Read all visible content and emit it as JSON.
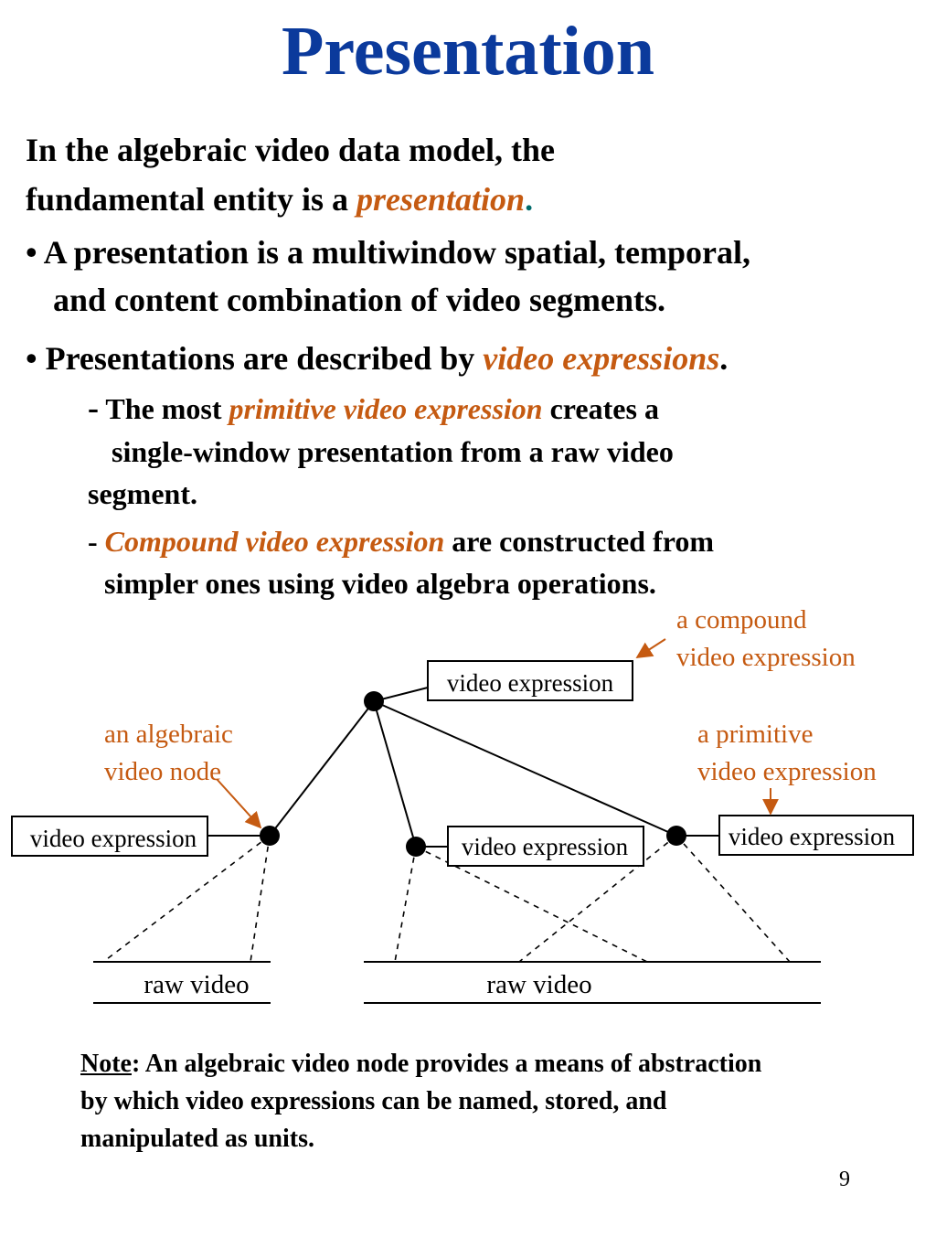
{
  "title": "Presentation",
  "intro": {
    "line1": "In the algebraic video data model, the",
    "line2_prefix": "fundamental entity is a ",
    "line2_em": "presentation",
    "line2_suffix": "."
  },
  "bullets": [
    {
      "marker": "•",
      "line1": "A presentation is a multiwindow spatial, temporal,",
      "line2": "and content combination of video segments."
    },
    {
      "marker": "•",
      "prefix": "Presentations are described by ",
      "em": "video expressions",
      "suffix": "."
    }
  ],
  "subbullets": [
    {
      "marker": "-",
      "prefix": "The most ",
      "em": "primitive video expression",
      "suffix": " creates a",
      "line2": "single-window presentation from a raw video",
      "line3": "segment."
    },
    {
      "marker": "- ",
      "em": "Compound video expression",
      "suffix": " are constructed from",
      "line2": "simpler ones using video algebra operations."
    }
  ],
  "diagram": {
    "box_label": "video expression",
    "raw_label": "raw video",
    "annotations": {
      "compound": [
        "a compound",
        "video expression"
      ],
      "node": [
        "an algebraic",
        "video node"
      ],
      "primitive": [
        "a primitive",
        "video expression"
      ]
    }
  },
  "note": {
    "label": "Note",
    "line1": ": An algebraic video node provides a means of abstraction",
    "line2": "by which video expressions can be named, stored, and",
    "line3": "manipulated as units."
  },
  "page_number": "9",
  "colors": {
    "title": "#0b3a9c",
    "accent": "#c55a11"
  }
}
